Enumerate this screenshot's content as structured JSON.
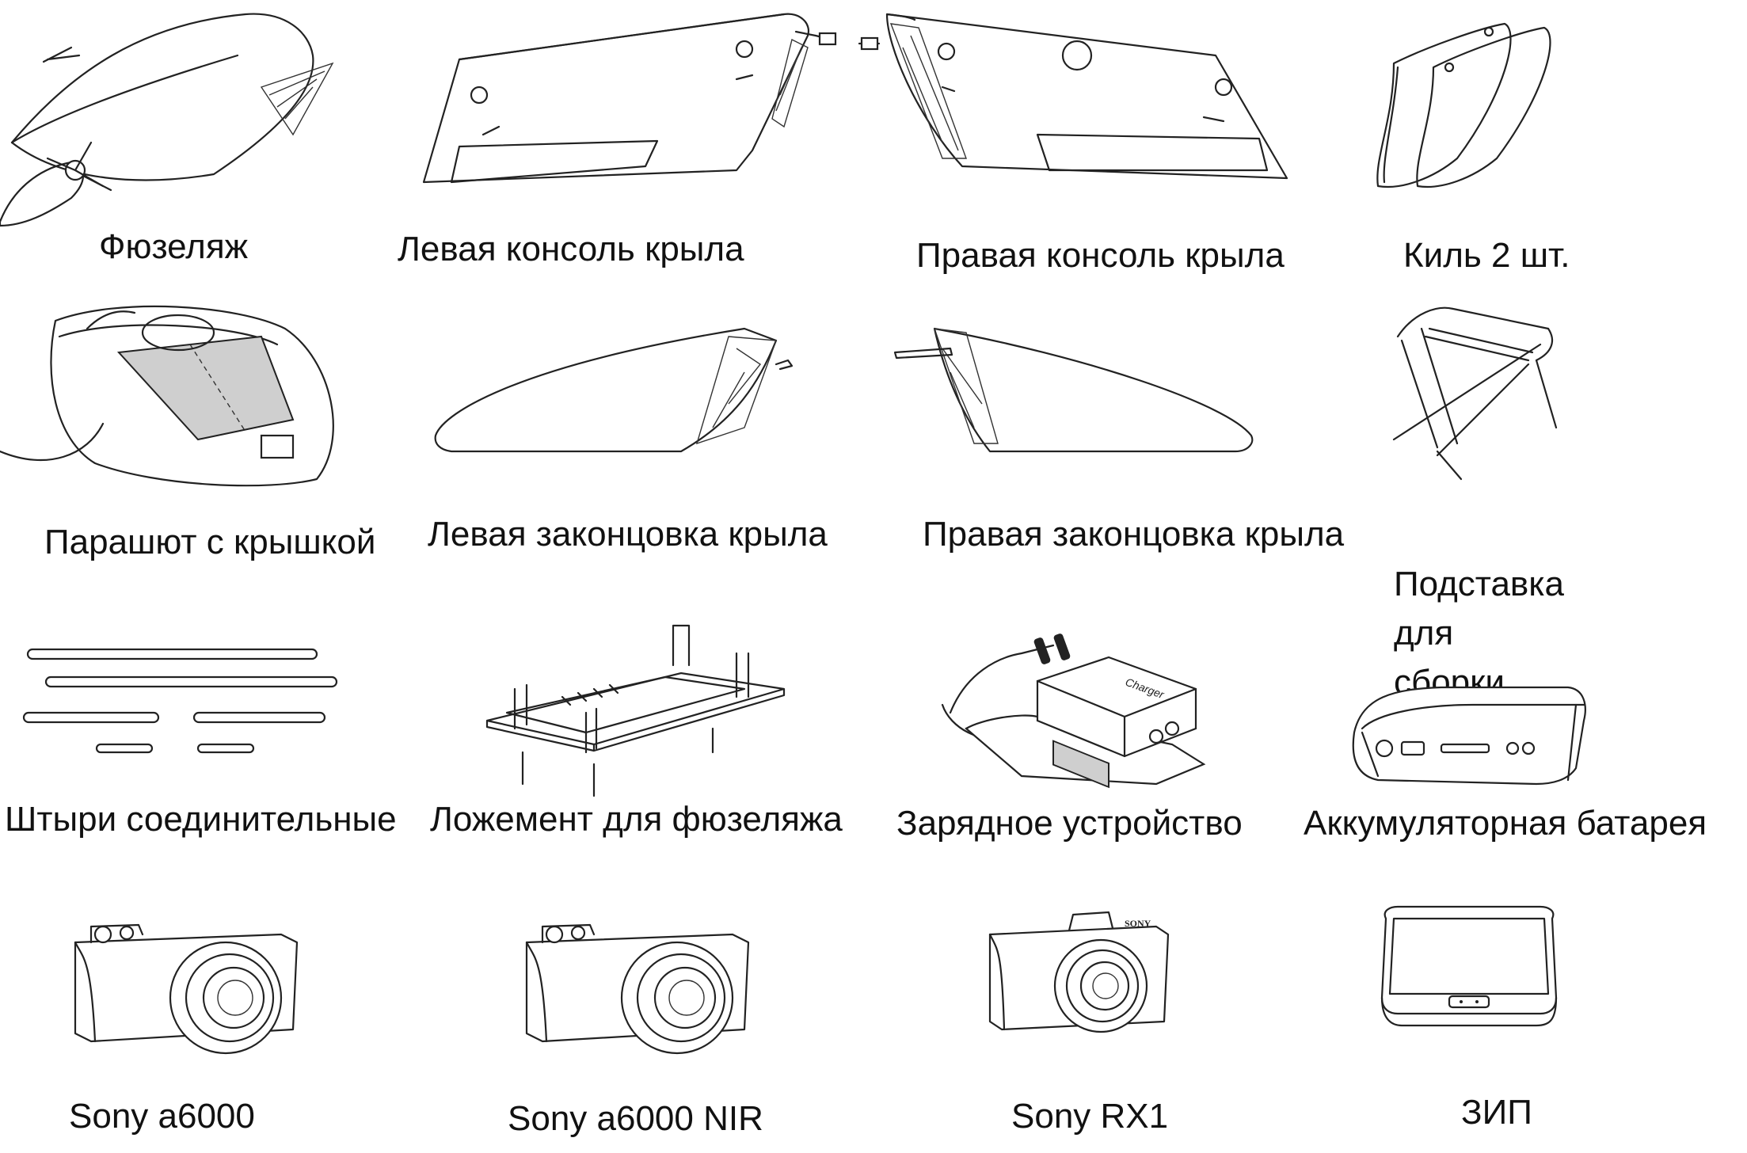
{
  "items": [
    {
      "label": "Фюзеляж",
      "icon": "fuselage-icon"
    },
    {
      "label": "Левая консоль крыла",
      "icon": "left-wing-panel-icon"
    },
    {
      "label": "Правая консоль крыла",
      "icon": "right-wing-panel-icon"
    },
    {
      "label": "Киль 2 шт.",
      "icon": "vertical-fins-icon"
    },
    {
      "label": "Парашют с крышкой",
      "icon": "parachute-icon"
    },
    {
      "label": "Левая законцовка крыла",
      "icon": "left-wingtip-icon"
    },
    {
      "label": "Правая законцовка крыла",
      "icon": "right-wingtip-icon"
    },
    {
      "label": "Подставка для\nсборки БВС",
      "icon": "assembly-stand-icon"
    },
    {
      "label": "Штыри соединительные",
      "icon": "connecting-pins-icon"
    },
    {
      "label": "Ложемент для фюзеляжа",
      "icon": "fuselage-cradle-icon"
    },
    {
      "label": "Зарядное устройство",
      "icon": "charger-icon"
    },
    {
      "label": "Аккумуляторная батарея",
      "icon": "battery-icon"
    },
    {
      "label": "Sony a6000",
      "icon": "camera-icon"
    },
    {
      "label": "Sony a6000 NIR",
      "icon": "camera-nir-icon"
    },
    {
      "label": "Sony RX1",
      "icon": "camera-rx1-icon"
    },
    {
      "label": "ЗИП",
      "icon": "spare-parts-case-icon"
    }
  ],
  "charger_brand": "Charger",
  "camera_brand": "SONY"
}
